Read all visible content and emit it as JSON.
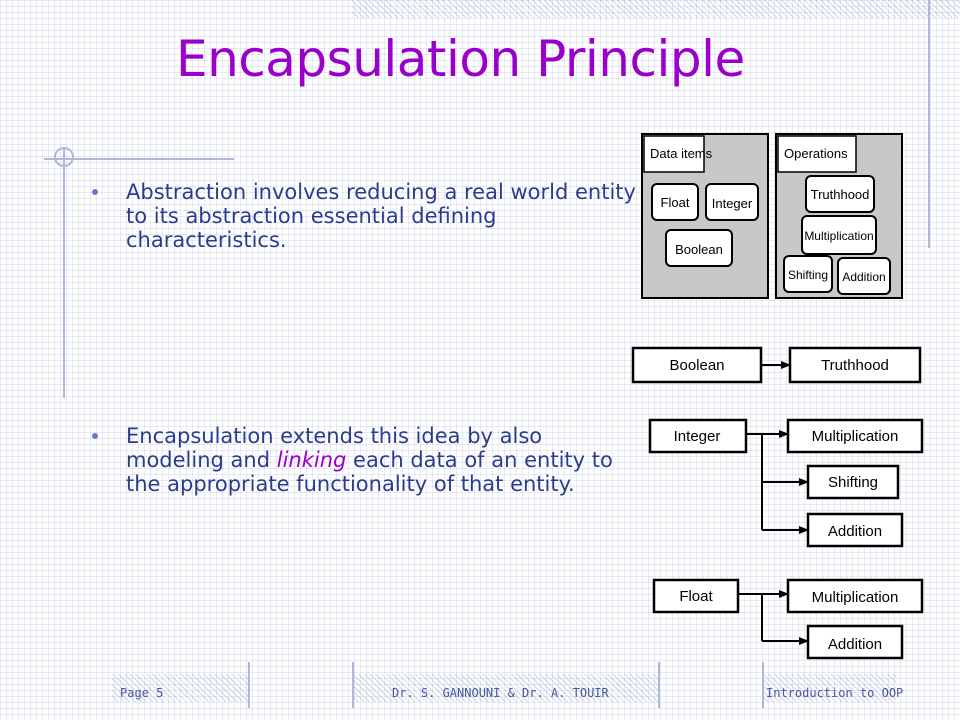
{
  "slide": {
    "title": "Encapsulation Principle",
    "bullets": [
      {
        "text": "Abstraction involves reducing a real world entity to its abstraction essential defining characteristics."
      },
      {
        "before": "Encapsulation extends this idea by also modeling and ",
        "emphasis": "linking",
        "after": " each data of an entity to the appropriate functionality of that entity."
      }
    ]
  },
  "diagram": {
    "data_box_title": "Data items",
    "operations_box_title": "Operations",
    "data_items": [
      "Float",
      "Integer",
      "Boolean"
    ],
    "operations": [
      "Truthhood",
      "Multiplication",
      "Shifting",
      "Addition"
    ],
    "links": [
      {
        "from": "Boolean",
        "to": [
          "Truthhood"
        ]
      },
      {
        "from": "Integer",
        "to": [
          "Multiplication",
          "Shifting",
          "Addition"
        ]
      },
      {
        "from": "Float",
        "to": [
          "Multiplication",
          "Addition"
        ]
      }
    ]
  },
  "footer": {
    "page": "Page 5",
    "authors": "Dr. S. GANNOUNI & Dr. A. TOUIR",
    "course": "Introduction to OOP"
  }
}
